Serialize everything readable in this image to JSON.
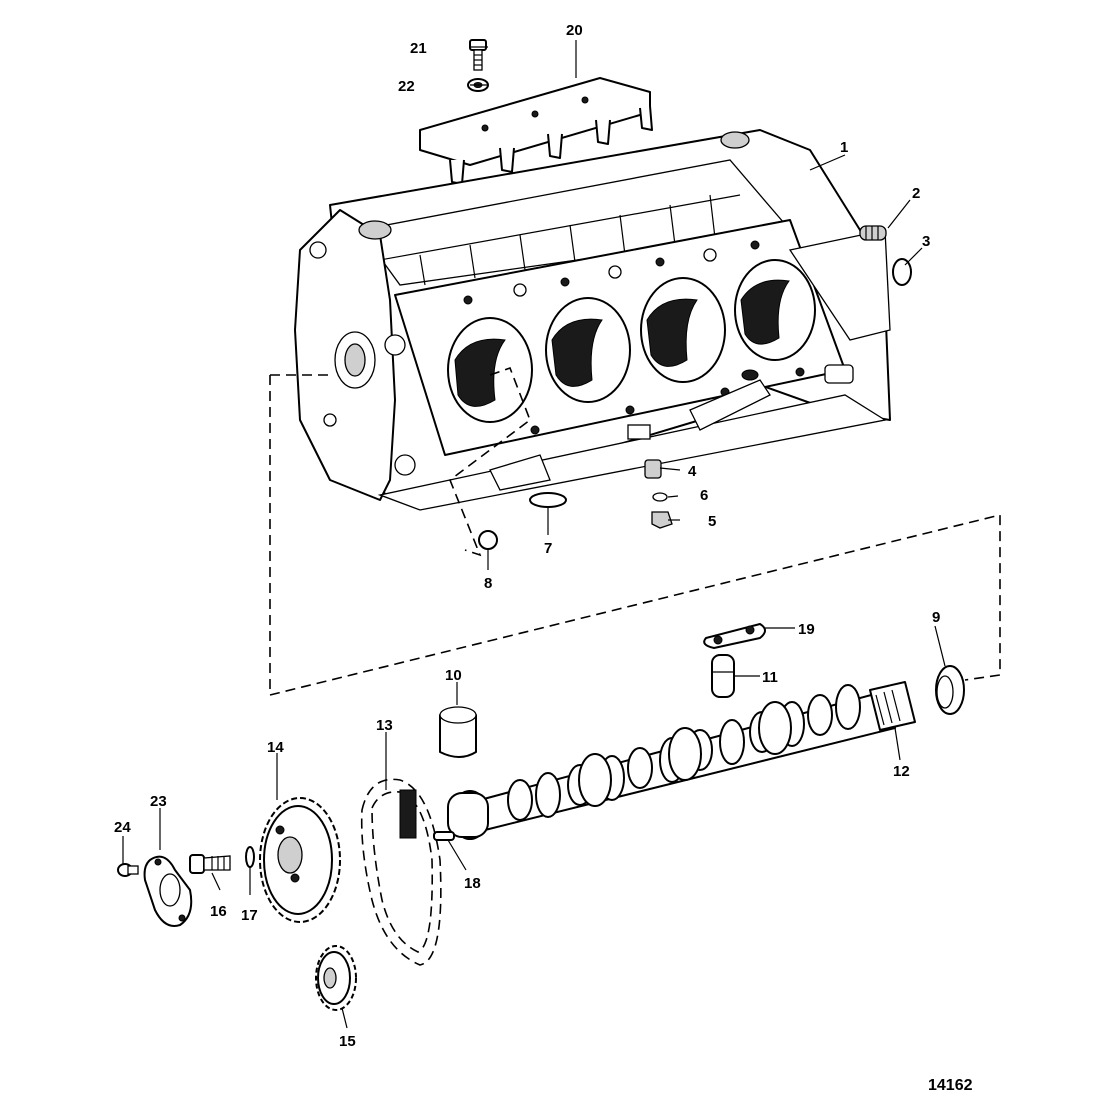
{
  "figure_number": "14162",
  "callouts": {
    "c1": "1",
    "c2": "2",
    "c3": "3",
    "c4": "4",
    "c5": "5",
    "c6": "6",
    "c7": "7",
    "c8": "8",
    "c9": "9",
    "c10": "10",
    "c11": "11",
    "c12": "12",
    "c13": "13",
    "c14": "14",
    "c15": "15",
    "c16": "16",
    "c17": "17",
    "c18": "18",
    "c19": "19",
    "c20": "20",
    "c21": "21",
    "c22": "22",
    "c23": "23",
    "c24": "24"
  }
}
